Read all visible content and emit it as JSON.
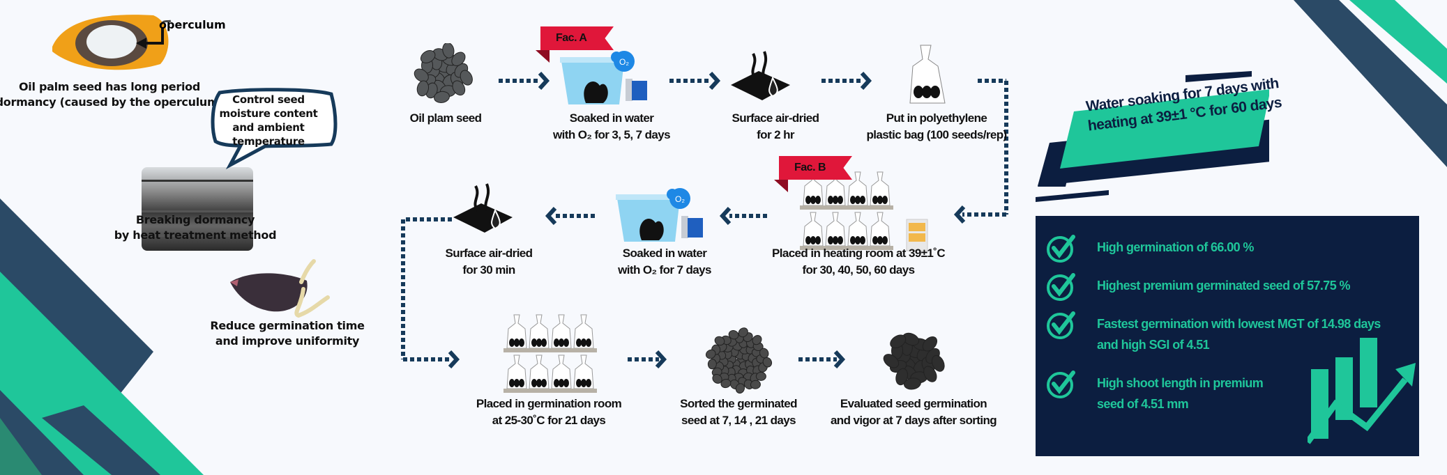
{
  "left": {
    "operculum_label": "operculum",
    "dormancy_caption": [
      "Oil palm seed has long period",
      "dormancy (caused by the operculum)"
    ],
    "bubble": [
      "Control seed",
      "moisture content",
      "and ambient",
      "temperature"
    ],
    "breaking_caption": [
      "Breaking dormancy",
      "by heat treatment method"
    ],
    "reduce_caption": [
      "Reduce germination time",
      "and improve uniformity"
    ]
  },
  "flow": {
    "fac_a": "Fac. A",
    "fac_b": "Fac. B",
    "steps": [
      {
        "l1": "Oil plam seed",
        "l2": ""
      },
      {
        "l1": "Soaked in water",
        "l2": "with  O₂ for 3, 5, 7 days"
      },
      {
        "l1": "Surface air-dried",
        "l2": "for 2 hr"
      },
      {
        "l1": "Put in polyethylene",
        "l2": "plastic bag (100 seeds/rep)"
      },
      {
        "l1": "Placed in heating room at 39±1˚C",
        "l2": "for 30, 40, 50, 60 days"
      },
      {
        "l1": "Soaked in water",
        "l2": "with  O₂ for 7 days"
      },
      {
        "l1": "Surface air-dried",
        "l2": "for 30 min"
      },
      {
        "l1": "Placed in  germination room",
        "l2": "at 25-30˚C for 21 days"
      },
      {
        "l1": "Sorted the germinated",
        "l2": "seed at 7, 14 , 21 days"
      },
      {
        "l1": "Evaluated seed germination",
        "l2": "and vigor at 7 days after sorting"
      }
    ],
    "o2_label": "O₂"
  },
  "right": {
    "banner": [
      "Water soaking for 7 days with",
      "heating at 39±1 °C for 60 days"
    ],
    "results": [
      [
        "High germination of   66.00 %"
      ],
      [
        " Highest premium germinated seed of  57.75 %"
      ],
      [
        "Fastest germination with lowest MGT of 14.98 days",
        "and high SGI  of  4.51"
      ],
      [
        "High shoot length in premium",
        "seed of 4.51 mm"
      ]
    ]
  },
  "colors": {
    "navy": "#0c1e40",
    "teal": "#1fc69a",
    "slate": "#2b4a66",
    "arrow": "#163a5a",
    "flag": "#e0173a"
  }
}
